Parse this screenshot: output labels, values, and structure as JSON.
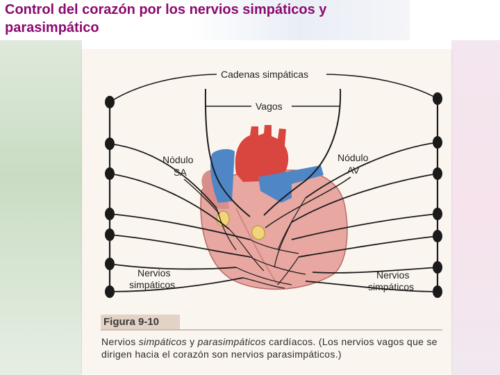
{
  "slide": {
    "title": "Control del corazón por los nervios simpáticos y parasimpático"
  },
  "diagram": {
    "labels": {
      "sympathetic_chains": "Cadenas simpáticas",
      "vagus": "Vagos",
      "sa_node": [
        "Nódulo",
        "SA"
      ],
      "av_node": [
        "Nódulo",
        "AV"
      ],
      "sympathetic_nerves_left": [
        "Nervios",
        "simpáticos"
      ],
      "sympathetic_nerves_right": [
        "Nervios",
        "simpáticos"
      ]
    },
    "colors": {
      "atria_ventricles": "#e8a7a0",
      "aorta": "#d9463f",
      "veins": "#4f86c6",
      "nodes": "#f2d47a",
      "nerves": "#1a1a1a"
    }
  },
  "figure": {
    "label": "Figura 9-10",
    "caption": {
      "prefix": "Nervios ",
      "italic1": "simpáticos",
      "mid": " y ",
      "italic2": "parasimpáticos",
      "rest": " cardíacos. (Los nervios vagos que se dirigen hacia el corazón son nervios parasimpáticos.)"
    }
  }
}
